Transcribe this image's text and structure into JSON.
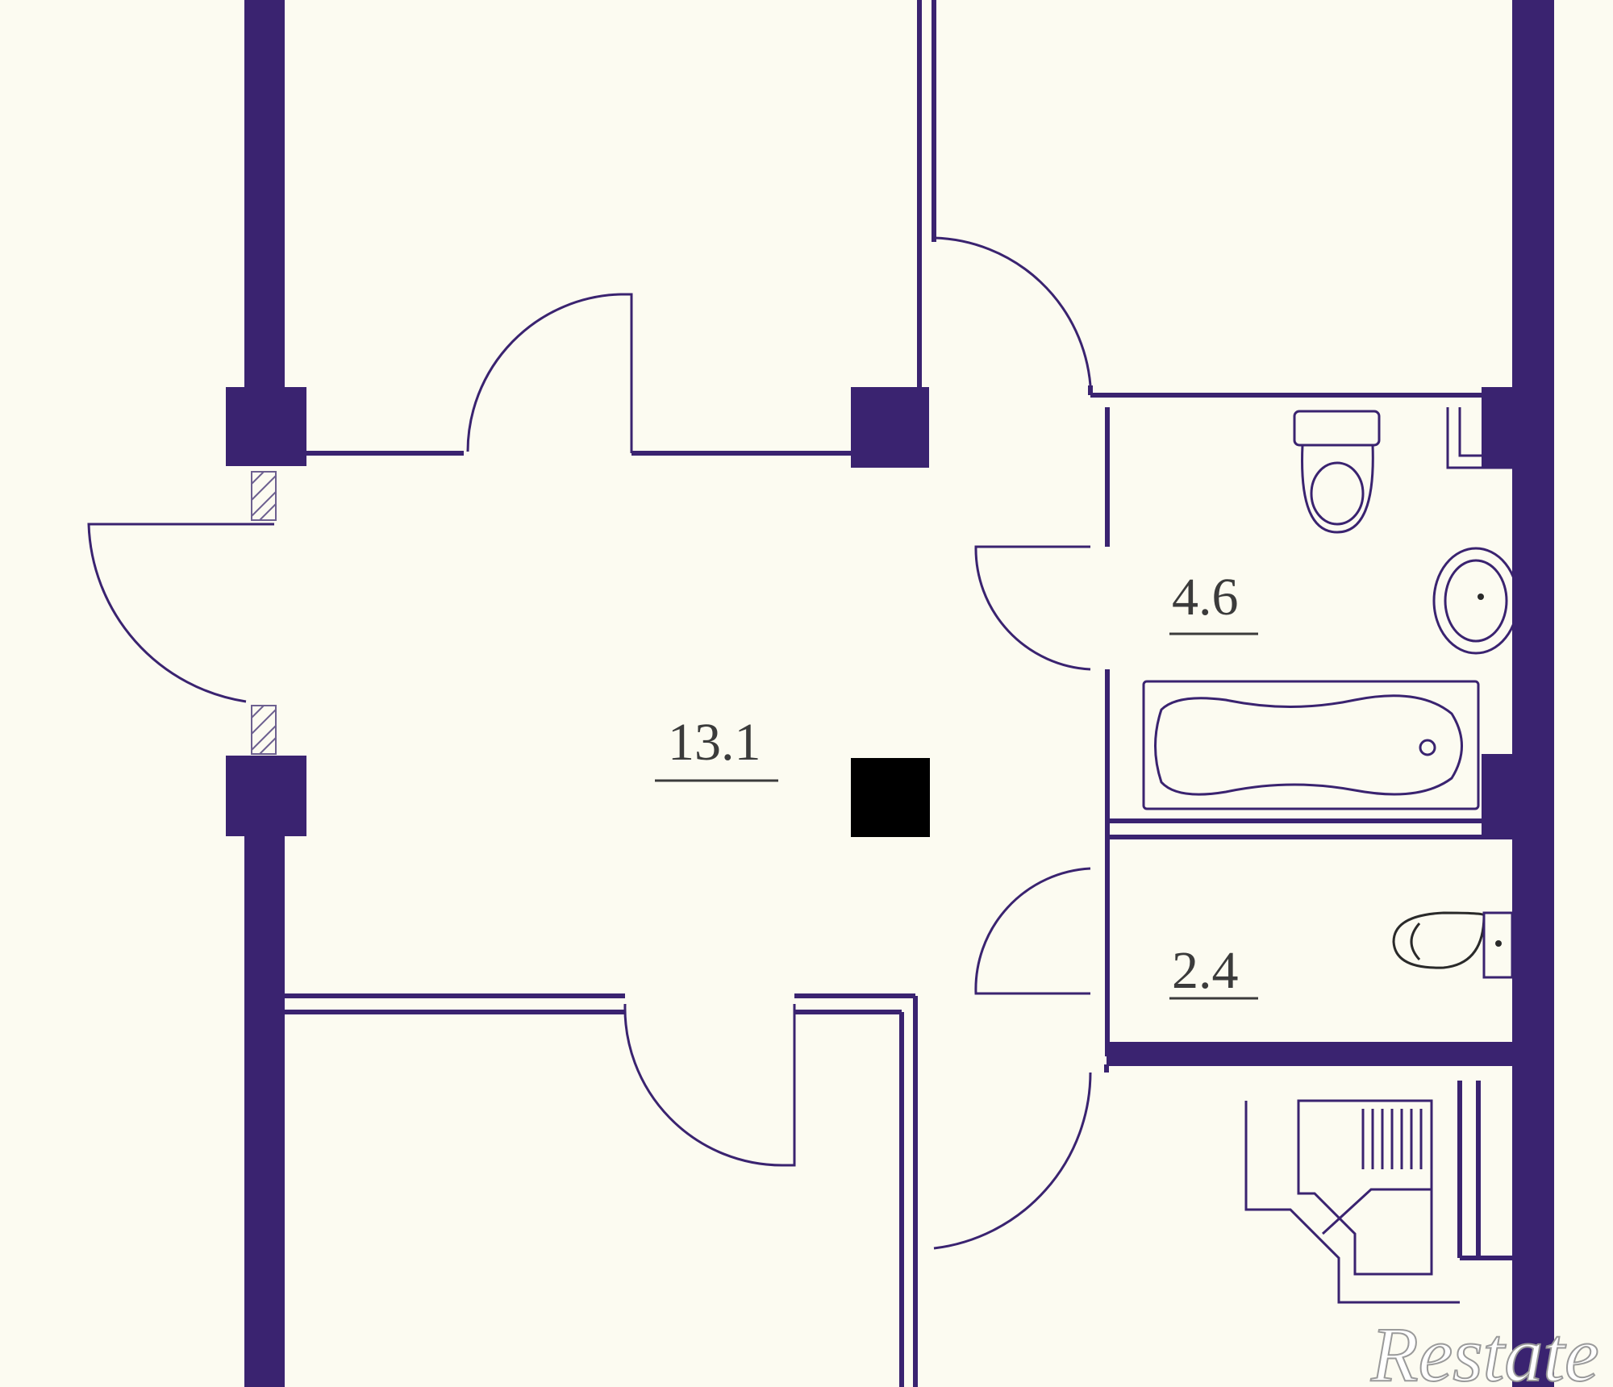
{
  "rooms": {
    "hallway": {
      "area": "13.1"
    },
    "bathroom": {
      "area": "4.6"
    },
    "wc": {
      "area": "2.4"
    }
  },
  "watermark": "Restate",
  "colors": {
    "wall": "#3a2370",
    "background": "#fcfbf1",
    "column": "#000000"
  }
}
